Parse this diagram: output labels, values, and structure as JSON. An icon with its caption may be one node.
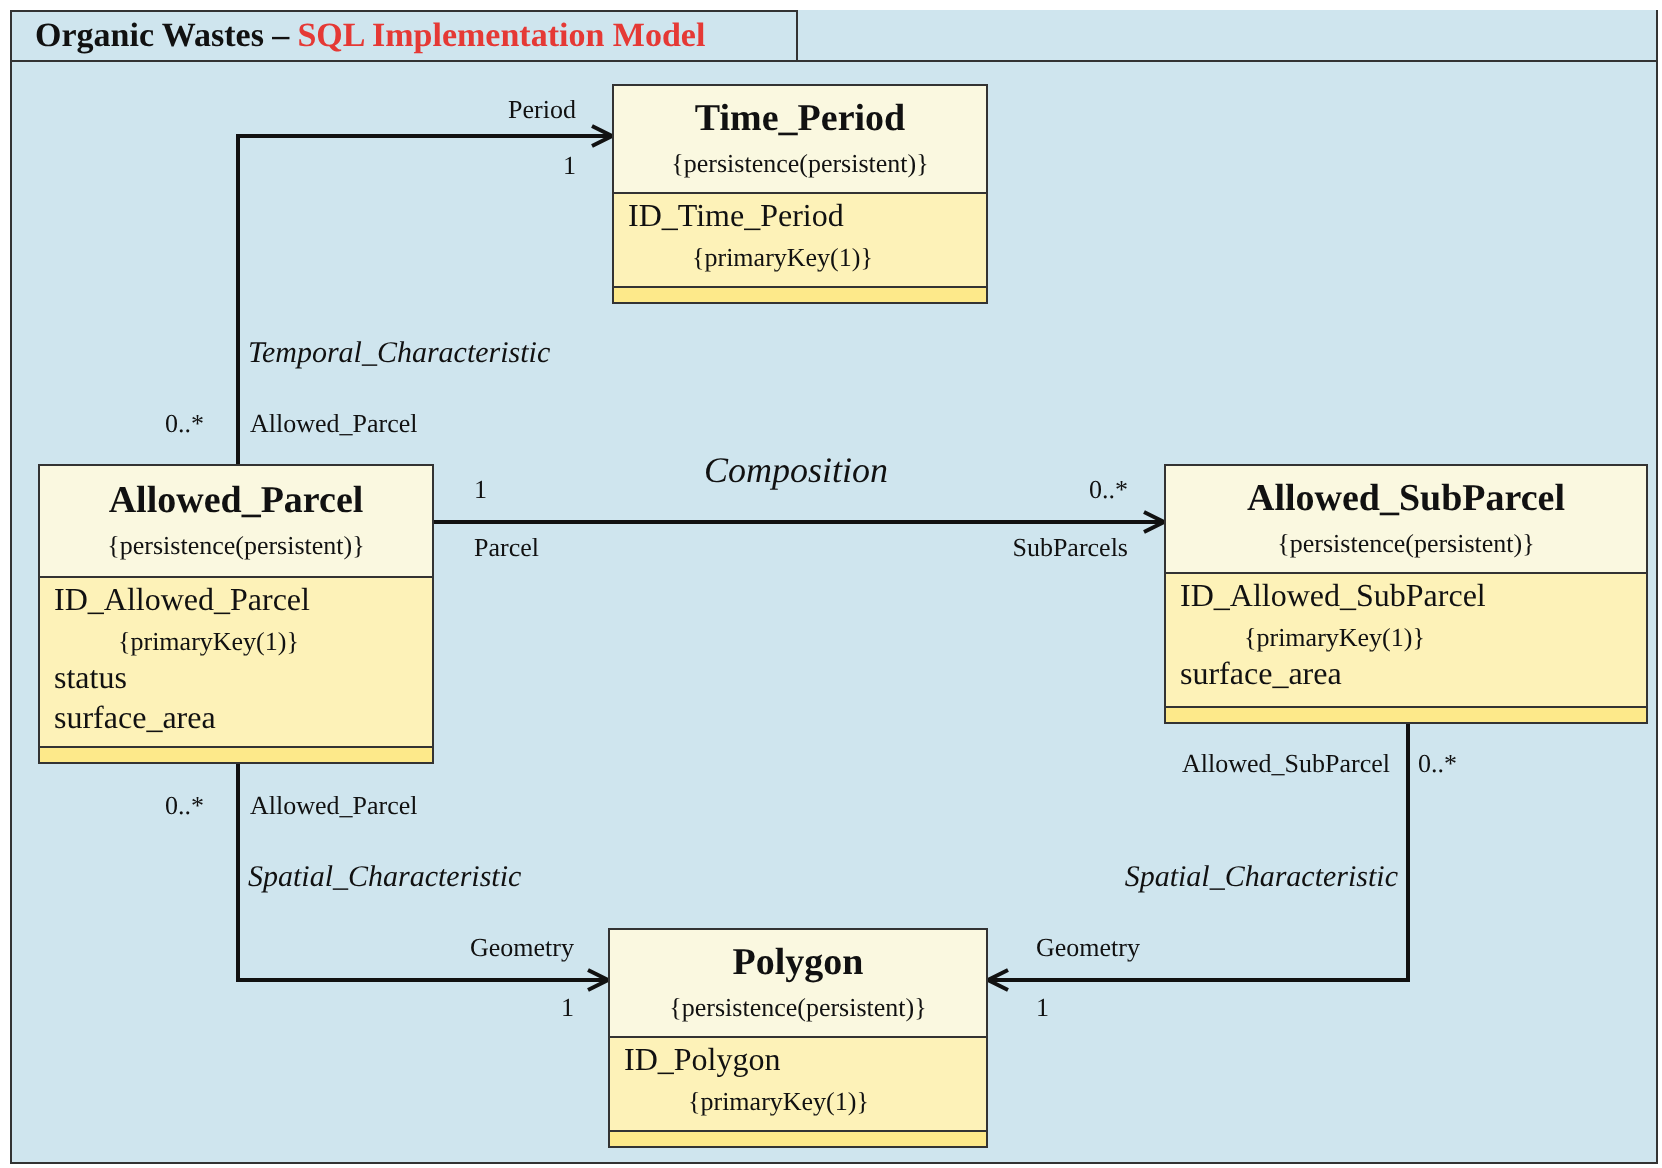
{
  "diagram": {
    "nodes": [
      {
        "text": [
          "Organic Wastes –",
          "SQL Implementation Model"
        ]
      },
      {
        "text": [
          "Time_Period",
          "{persistence(persistent)}",
          "ID_Time_Period",
          "{primaryKey(1)}"
        ],
        "in": 0
      },
      {
        "text": [
          "Allowed_Parcel",
          "{persistence(persistent)}",
          "ID_Allowed_Parcel",
          "{primaryKey(1)}",
          "status",
          "surface_area"
        ],
        "in": 0
      },
      {
        "text": [
          "Allowed_SubParcel",
          "{persistence(persistent)}",
          "ID_Allowed_SubParcel",
          "{primaryKey(1)}",
          "surface_area"
        ],
        "in": 0
      },
      {
        "text": [
          "Polygon",
          "{persistence(persistent)}",
          "ID_Polygon",
          "{primaryKey(1)}"
        ],
        "in": 0
      }
    ],
    "edges": [
      {
        "from": 2,
        "to": 1,
        "arrow": "to",
        "label": "Temporal_Characteristic"
      },
      {
        "from": 2,
        "to": 3,
        "arrow": "to",
        "label": "Composition"
      },
      {
        "from": 2,
        "to": 4,
        "arrow": "to",
        "label": "Spatial_Characteristic"
      },
      {
        "from": 3,
        "to": 4,
        "arrow": "to",
        "label": "Spatial_Characteristic"
      }
    ],
    "labels": [
      "Period",
      "1",
      "0..*",
      "Allowed_Parcel",
      "1",
      "0..*",
      "Parcel",
      "SubParcels",
      "Allowed_SubParcel",
      "0..*",
      "0..*",
      "Allowed_Parcel",
      "Geometry",
      "Geometry",
      "1",
      "1"
    ]
  }
}
